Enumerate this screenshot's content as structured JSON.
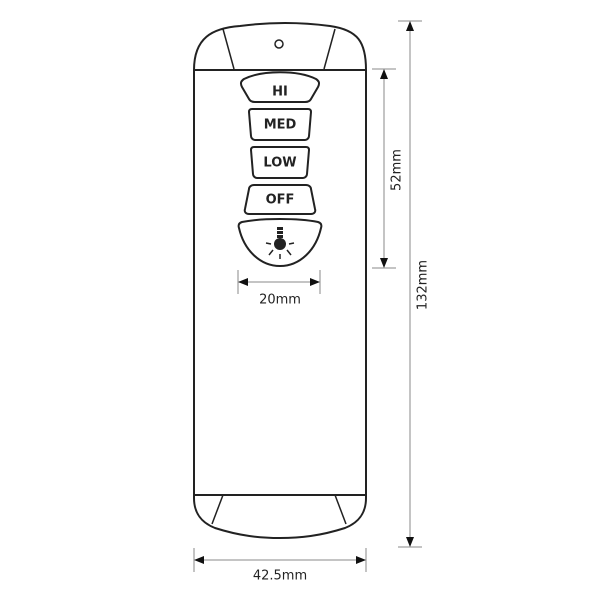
{
  "diagram": {
    "type": "remote-control-dimension-drawing",
    "colors": {
      "outline": "#222222",
      "dimension_line": "#888888",
      "arrow": "#111111",
      "background": "#ffffff"
    },
    "remote": {
      "buttons": [
        {
          "id": "hi",
          "label": "HI"
        },
        {
          "id": "med",
          "label": "MED"
        },
        {
          "id": "low",
          "label": "LOW"
        },
        {
          "id": "off",
          "label": "OFF"
        },
        {
          "id": "light",
          "label": "",
          "icon": "light-bulb-icon"
        }
      ],
      "top_hole_icon": "circle-hole"
    },
    "dimensions": {
      "button_width": "20mm",
      "button_panel_height": "52mm",
      "total_height": "132mm",
      "total_width": "42.5mm"
    }
  }
}
